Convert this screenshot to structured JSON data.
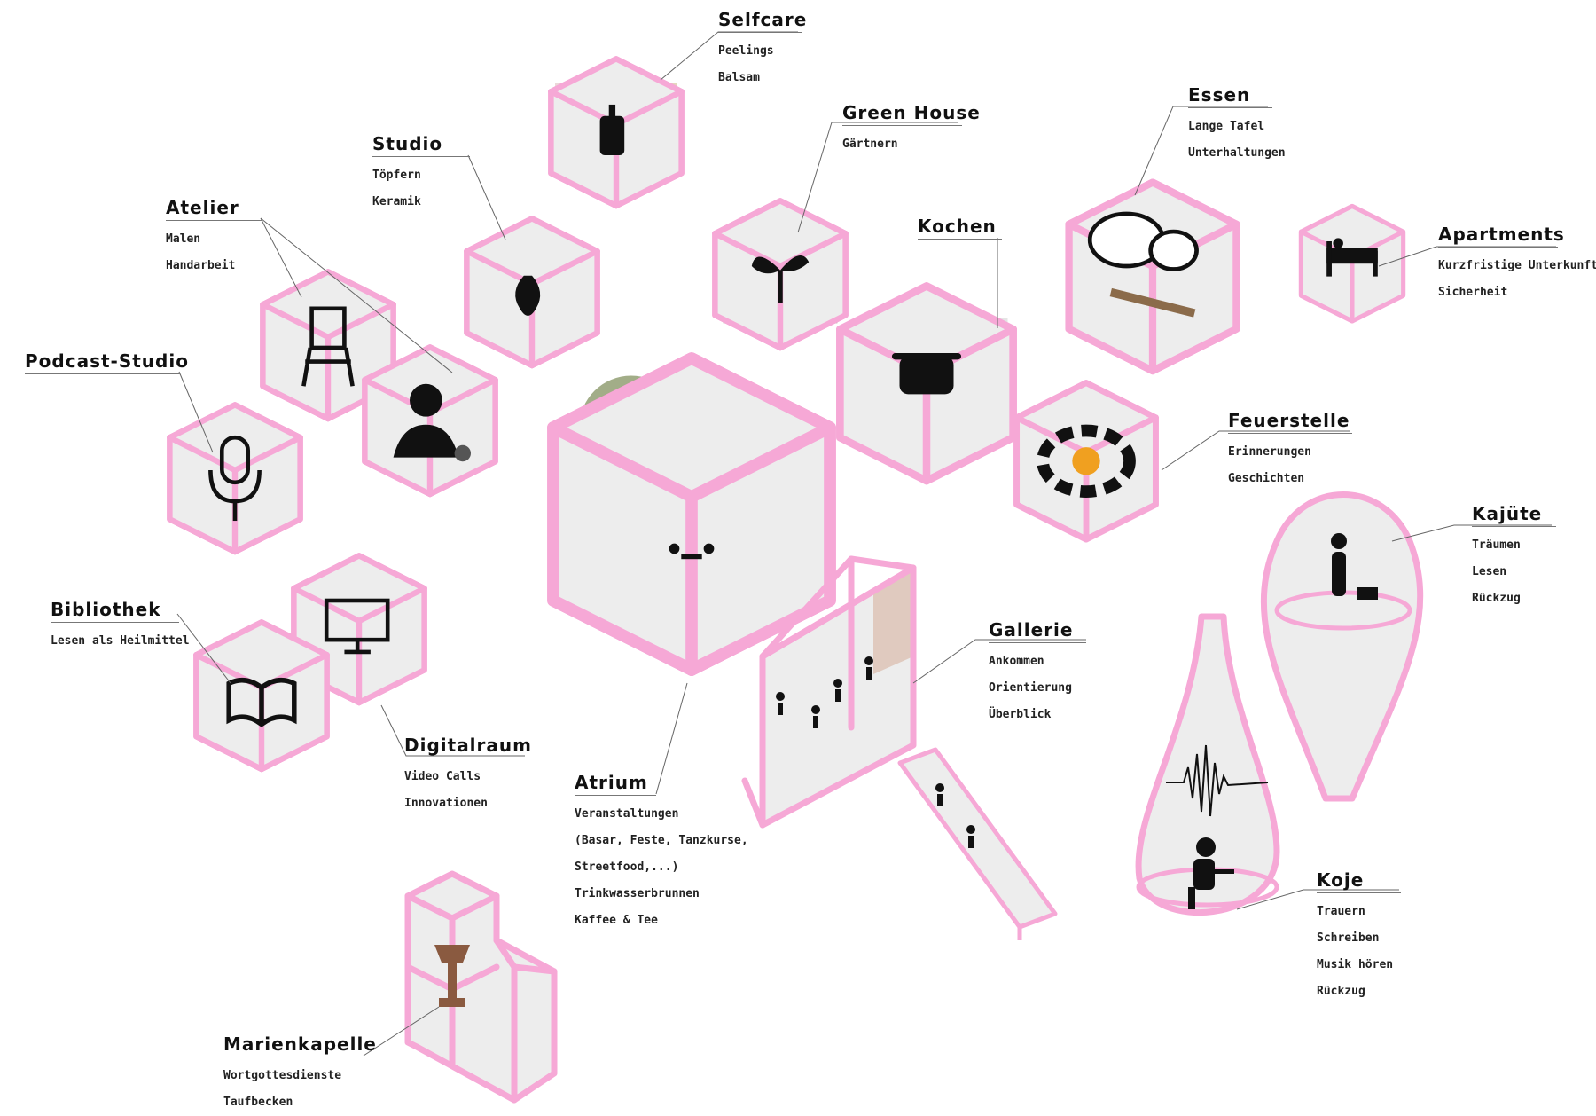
{
  "labels": {
    "selfcare": {
      "title": "Selfcare",
      "items": [
        "Peelings",
        "Balsam"
      ]
    },
    "greenhouse": {
      "title": "Green House",
      "items": [
        "Gärtnern"
      ]
    },
    "essen": {
      "title": "Essen",
      "items": [
        "Lange Tafel",
        "Unterhaltungen"
      ]
    },
    "studio": {
      "title": "Studio",
      "items": [
        "Töpfern",
        "Keramik"
      ]
    },
    "atelier": {
      "title": "Atelier",
      "items": [
        "Malen",
        "Handarbeit"
      ]
    },
    "kochen": {
      "title": "Kochen",
      "items": []
    },
    "apartments": {
      "title": "Apartments",
      "items": [
        "Kurzfristige Unterkunft",
        "Sicherheit"
      ]
    },
    "podcast": {
      "title": "Podcast-Studio",
      "items": []
    },
    "feuerstelle": {
      "title": "Feuerstelle",
      "items": [
        "Erinnerungen",
        "Geschichten"
      ]
    },
    "kajuete": {
      "title": "Kajüte",
      "items": [
        "Träumen",
        "Lesen",
        "Rückzug"
      ]
    },
    "bibliothek": {
      "title": "Bibliothek",
      "items": [
        "Lesen als Heilmittel"
      ]
    },
    "gallerie": {
      "title": "Gallerie",
      "items": [
        "Ankommen",
        "Orientierung",
        "Überblick"
      ]
    },
    "digitalraum": {
      "title": "Digitalraum",
      "items": [
        "Video Calls",
        "Innovationen"
      ]
    },
    "atrium": {
      "title": "Atrium",
      "items": [
        "Veranstaltungen",
        "(Basar, Feste, Tanzkurse,",
        "Streetfood,...)",
        "Trinkwasserbrunnen",
        "Kaffee & Tee"
      ]
    },
    "koje": {
      "title": "Koje",
      "items": [
        "Trauern",
        "Schreiben",
        "Musik hören",
        "Rückzug"
      ]
    },
    "marienkapelle": {
      "title": "Marienkapelle",
      "items": [
        "Wortgottesdienste",
        "Taufbecken"
      ]
    }
  },
  "colors": {
    "frame": "#f6a8d6",
    "floor": "#ededed",
    "text": "#111111",
    "leader": "#666666"
  }
}
